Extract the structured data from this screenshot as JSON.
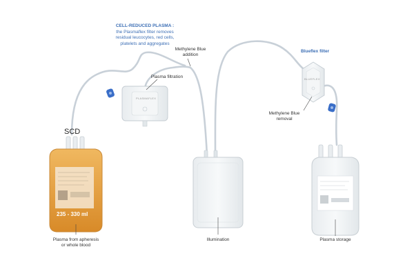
{
  "header": {
    "title": "CELL-REDUCED PLASMA :",
    "lines": [
      "the Plasmaflex filter removes",
      "residual leucocytes, red cells,",
      "platelets and aggregates"
    ]
  },
  "labels": {
    "scd": "SCD",
    "volume": "235 - 330 ml",
    "source_line1": "Plasma from apheresis",
    "source_line2": "or whole blood",
    "plasma_filtration": "Plasma filtration",
    "mb_addition_line1": "Methylene Blue",
    "mb_addition_line2": "addition",
    "blueflex_filter": "Blueflex filter",
    "mb_removal_line1": "Methylene Blue",
    "mb_removal_line2": "removal",
    "illumination": "Illumination",
    "plasma_storage": "Plasma storage"
  },
  "devices": {
    "plasmaflex_text": "PLASMAFLEX",
    "blueflex_text": "BLUEFLEX"
  },
  "colors": {
    "plasma": "#e8a040",
    "tubing": "#c8d0d8",
    "clamp": "#3a6ec8",
    "accent_text": "#3d6fb5"
  }
}
